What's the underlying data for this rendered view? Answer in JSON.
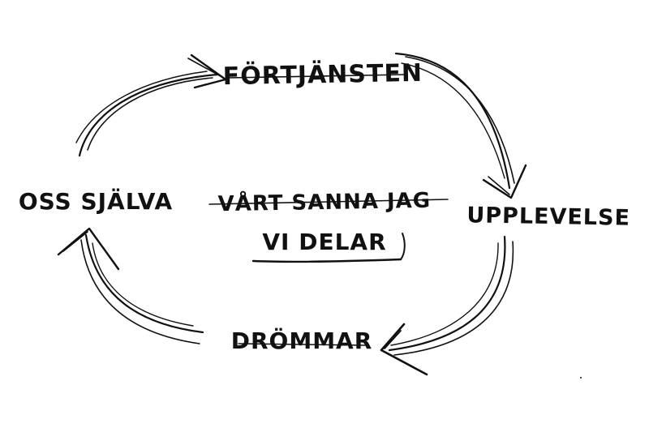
{
  "diagram": {
    "center": {
      "line1": "VÅRT SANNA JAG",
      "line2": "VI DELAR"
    },
    "nodes": {
      "top": "FÖRTJÄNSTEN",
      "right": "UPPLEVELSE",
      "bottom": "DRÖMMAR",
      "left": "OSS SJÄLVA"
    },
    "ink_color": "#111111",
    "background_color": "#ffffff"
  }
}
